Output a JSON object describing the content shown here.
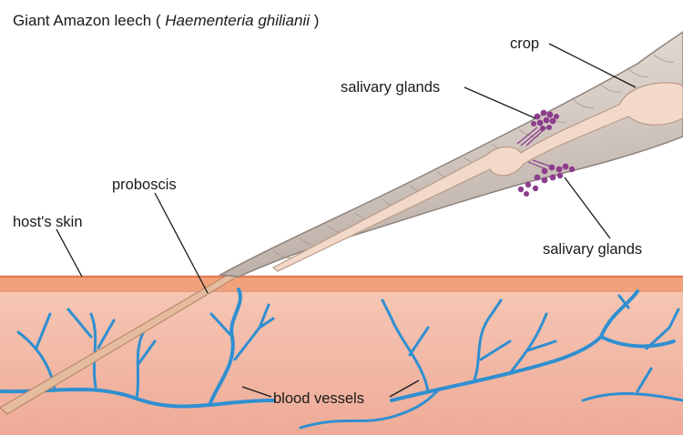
{
  "title": {
    "common_name": "Giant Amazon leech",
    "paren_open": " ( ",
    "scientific_name": "Haementeria ghilianii",
    "paren_close": " )"
  },
  "labels": {
    "crop": "crop",
    "salivary_glands_top": "salivary glands",
    "proboscis": "proboscis",
    "hosts_skin": "host's skin",
    "salivary_glands_right": "salivary glands",
    "blood_vessels": "blood vessels"
  },
  "colors": {
    "tissue": "#f2b8a6",
    "skin_surface": "#e58a5e",
    "vessels": "#2f8fd1",
    "leech_body": "#d9cfc9",
    "gut": "#f1d6c6",
    "glands": "#8d3c8e",
    "leader_lines": "#1a1a1a"
  }
}
